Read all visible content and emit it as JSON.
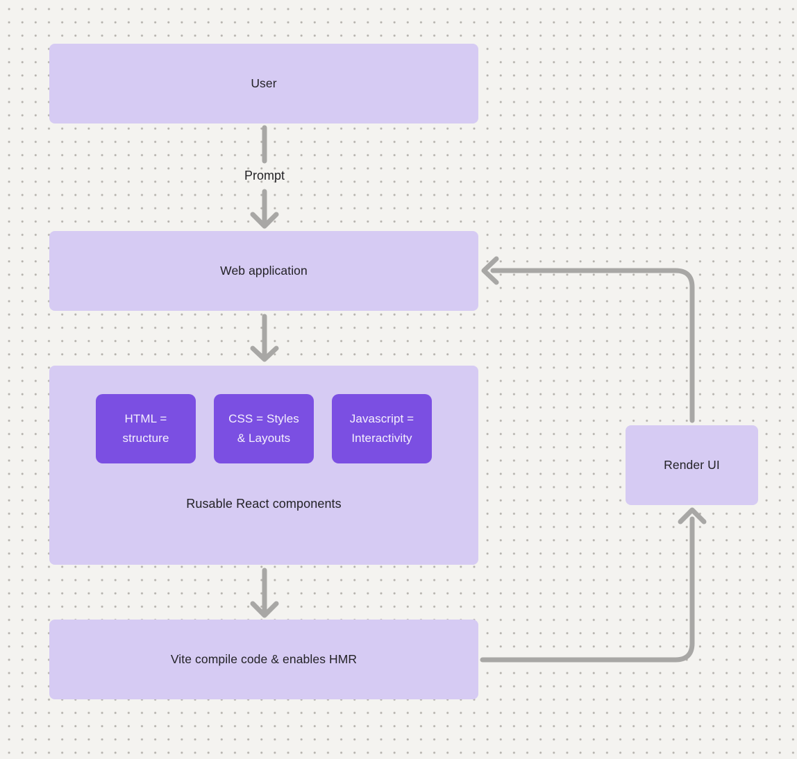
{
  "colors": {
    "background": "#f4f3f0",
    "dot": "#b4b1ac",
    "node_fill": "#d6cbf3",
    "component_fill": "#7b4fe2",
    "node_text": "#232226",
    "component_text": "#f4f0fd",
    "arrow": "#a8a7a5"
  },
  "nodes": {
    "user": {
      "label": "User"
    },
    "web_application": {
      "label": "Web application"
    },
    "components_group": {
      "caption": "Rusable React components",
      "items": [
        {
          "line1": "HTML =",
          "line2": "structure"
        },
        {
          "line1": "CSS = Styles",
          "line2": "& Layouts"
        },
        {
          "line1": "Javascript =",
          "line2": "Interactivity"
        }
      ]
    },
    "vite": {
      "label": "Vite compile code & enables HMR"
    },
    "render_ui": {
      "label": "Render UI"
    }
  },
  "edges": {
    "prompt_label": "Prompt"
  }
}
